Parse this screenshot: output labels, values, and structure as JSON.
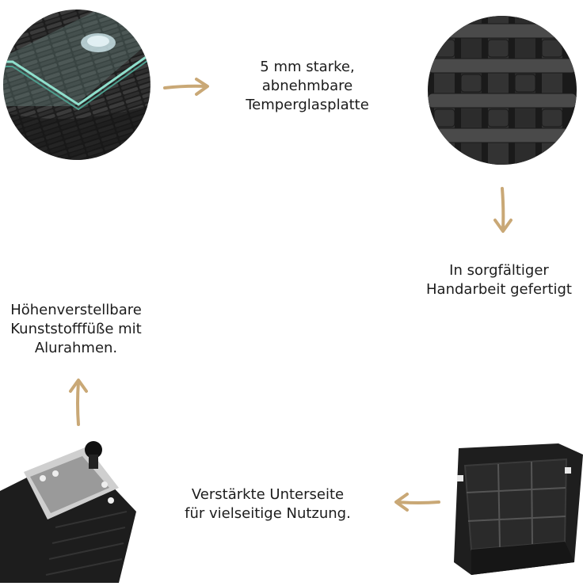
{
  "features": [
    {
      "lines": [
        "5 mm starke,",
        "abnehmbare",
        "Temperglasplatte"
      ],
      "photo_icon": "glass-top-rattan-photo"
    },
    {
      "lines": [
        "In sorgfältiger",
        "Handarbeit gefertigt"
      ],
      "photo_icon": "rattan-weave-photo"
    },
    {
      "lines": [
        "Verstärkte Unterseite",
        "für vielseitige Nutzung."
      ],
      "photo_icon": "reinforced-underside-photo"
    },
    {
      "lines": [
        "Höhenverstellbare",
        "Kunststofffüße mit",
        "Alurahmen."
      ],
      "photo_icon": "adjustable-feet-photo"
    }
  ],
  "colors": {
    "arrow": "#c9a876",
    "rattan": "#2b2b2b",
    "glass_edge": "#7fd6c3",
    "background": "#ffffff"
  }
}
